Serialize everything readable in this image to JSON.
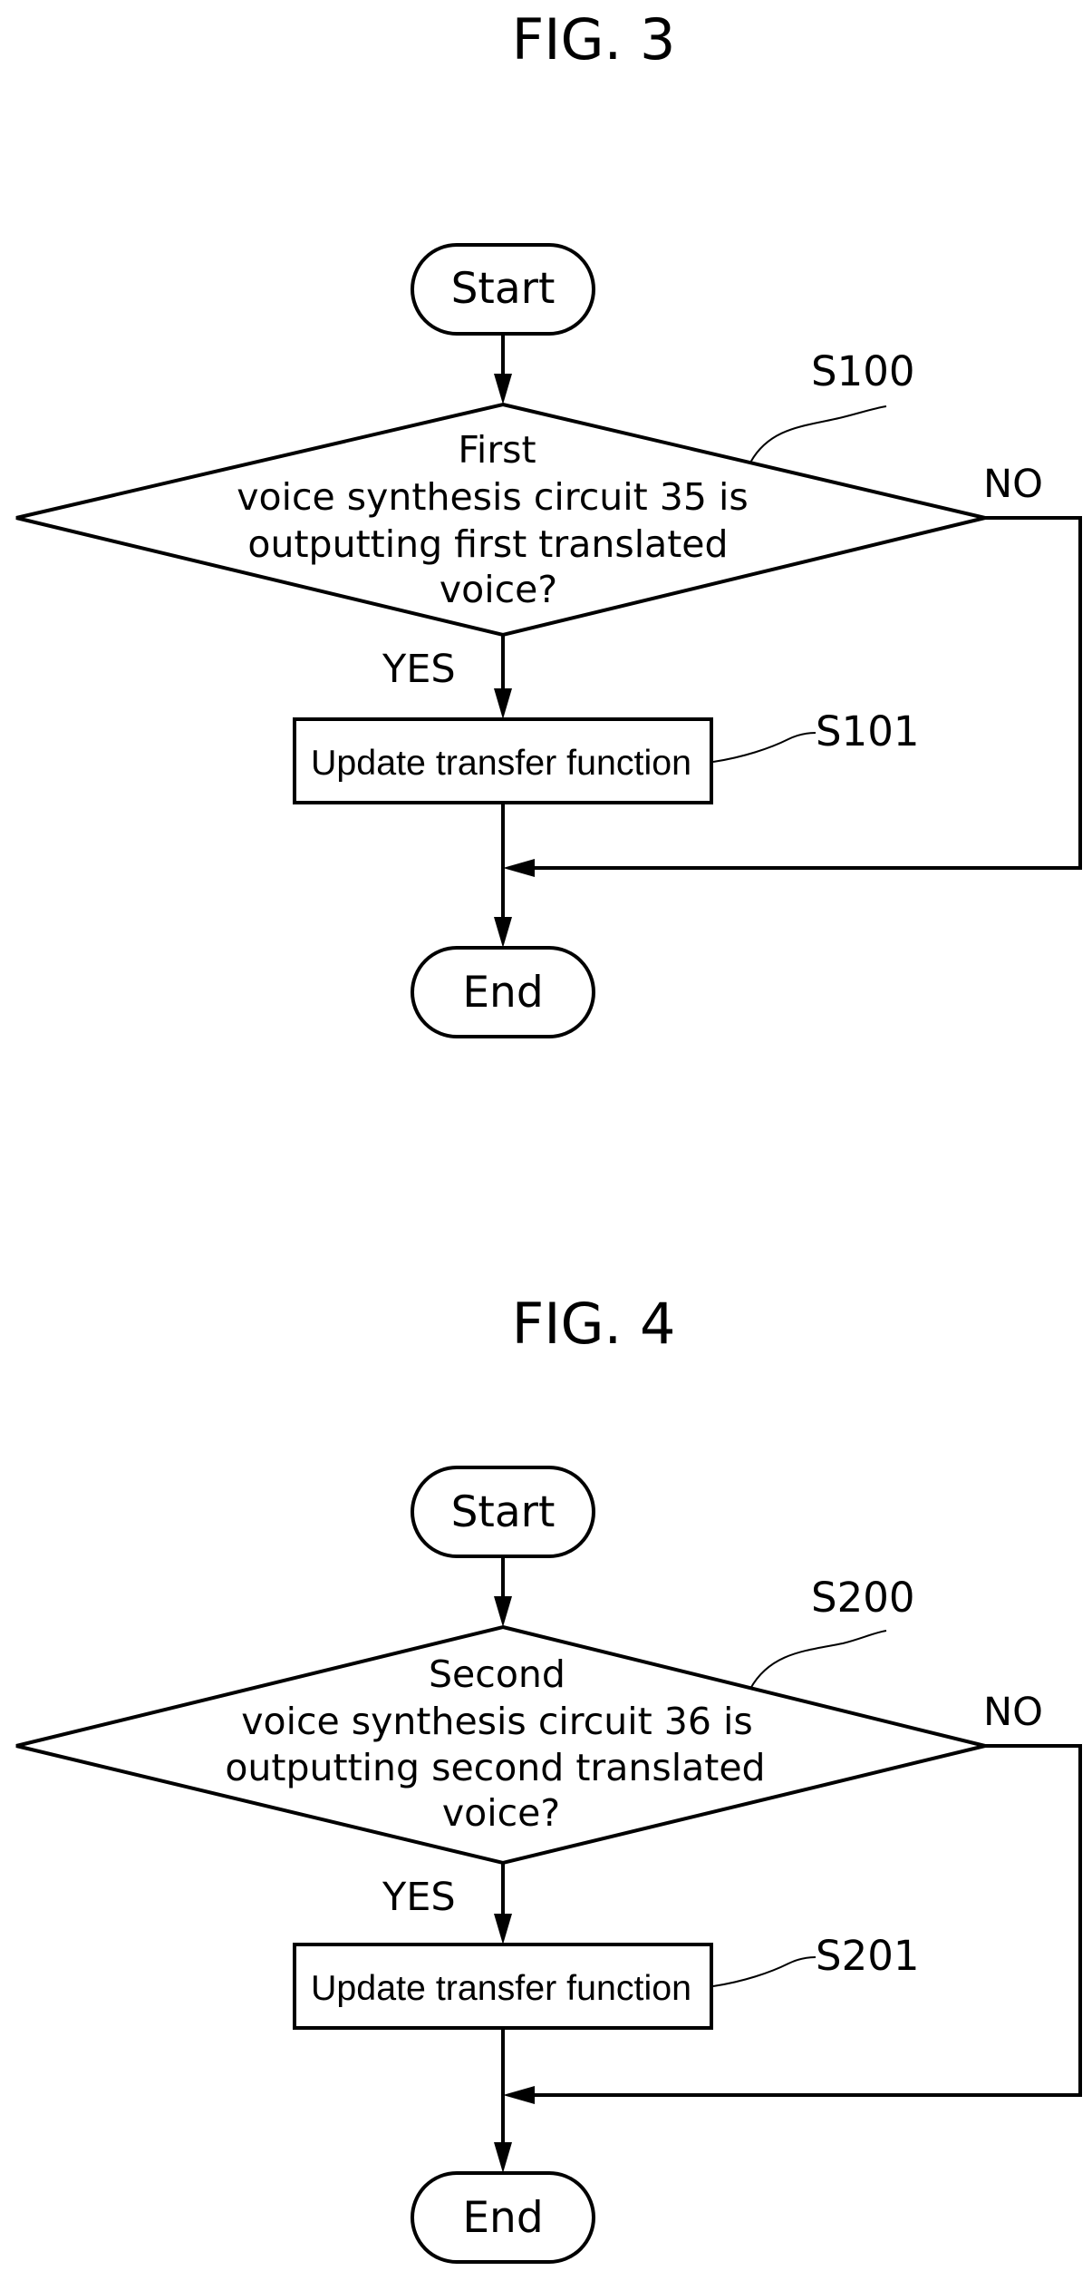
{
  "figures": [
    {
      "title": "FIG. 3",
      "start_label": "Start",
      "decision": {
        "step": "S100",
        "lines": [
          "First",
          "voice synthesis circuit 35 is",
          "outputting first translated",
          "voice?"
        ]
      },
      "yes_label": "YES",
      "no_label": "NO",
      "process": {
        "step": "S101",
        "label": "Update transfer function"
      },
      "end_label": "End"
    },
    {
      "title": "FIG. 4",
      "start_label": "Start",
      "decision": {
        "step": "S200",
        "lines": [
          "Second",
          "voice synthesis circuit 36 is",
          "outputting second translated",
          "voice?"
        ]
      },
      "yes_label": "YES",
      "no_label": "NO",
      "process": {
        "step": "S201",
        "label": "Update transfer function"
      },
      "end_label": "End"
    }
  ]
}
